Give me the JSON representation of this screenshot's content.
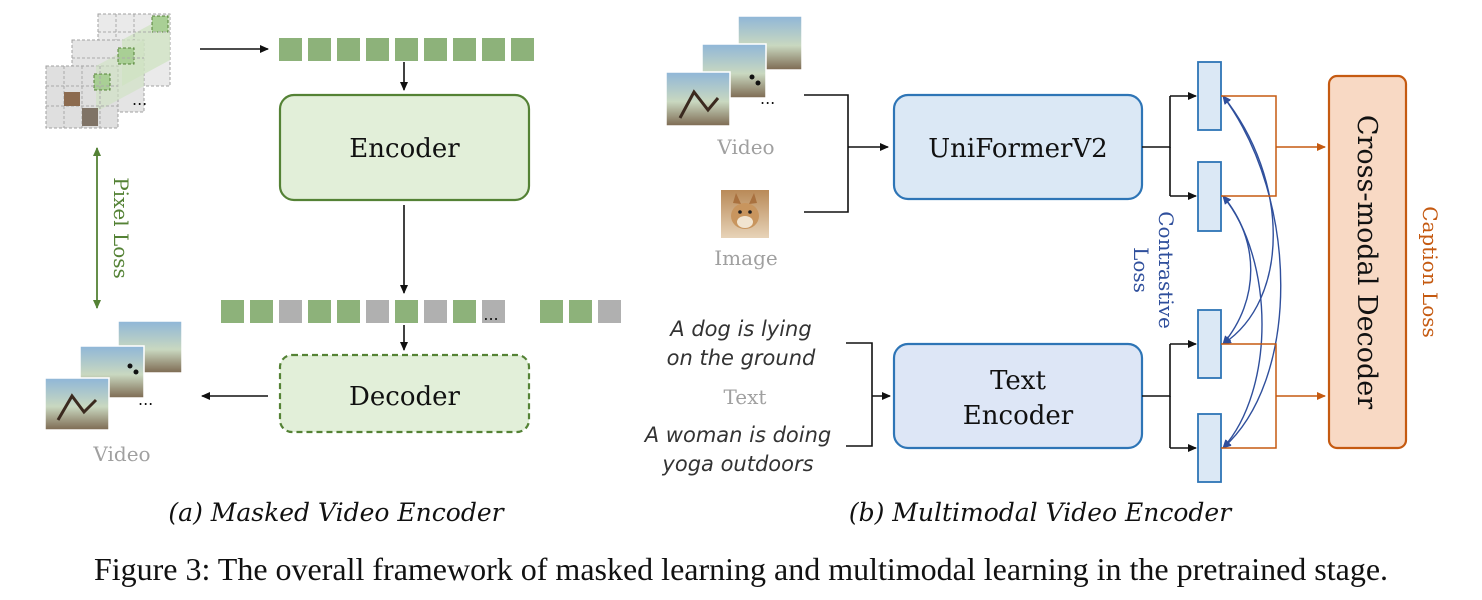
{
  "panel_a": {
    "encoder_label": "Encoder",
    "decoder_label": "Decoder",
    "pixel_loss_label": "Pixel Loss",
    "video_label": "Video",
    "ellipsis": "...",
    "caption": "(a) Masked Video Encoder"
  },
  "panel_b": {
    "video_label": "Video",
    "image_label": "Image",
    "uniformer_label": "UniFormerV2",
    "text_encoder_line1": "Text",
    "text_encoder_line2": "Encoder",
    "text_label": "Text",
    "sentence1_line1": "A dog is lying",
    "sentence1_line2": "on the ground",
    "sentence2_line1": "A woman is doing",
    "sentence2_line2": "yoga outdoors",
    "contrastive_line1": "Contrastive",
    "contrastive_line2": "Loss",
    "cross_modal_label": "Cross-modal Decoder",
    "caption_loss_label": "Caption Loss",
    "caption": "(b) Multimodal Video Encoder"
  },
  "figure_caption": "Figure 3: The overall framework of masked learning and multimodal learning in the pretrained stage.",
  "colors": {
    "green_fill": "#e2efd9",
    "green_stroke": "#548235",
    "token_green": "#8db27a",
    "token_gray": "#b0b0b0",
    "blue_fill": "#dbe8f5",
    "blue_stroke": "#2e75b6",
    "orange_fill": "#f8d9c4",
    "orange_stroke": "#c55a11",
    "contrastive_color": "#2f4f9c",
    "caption_loss_color": "#c55a11"
  }
}
